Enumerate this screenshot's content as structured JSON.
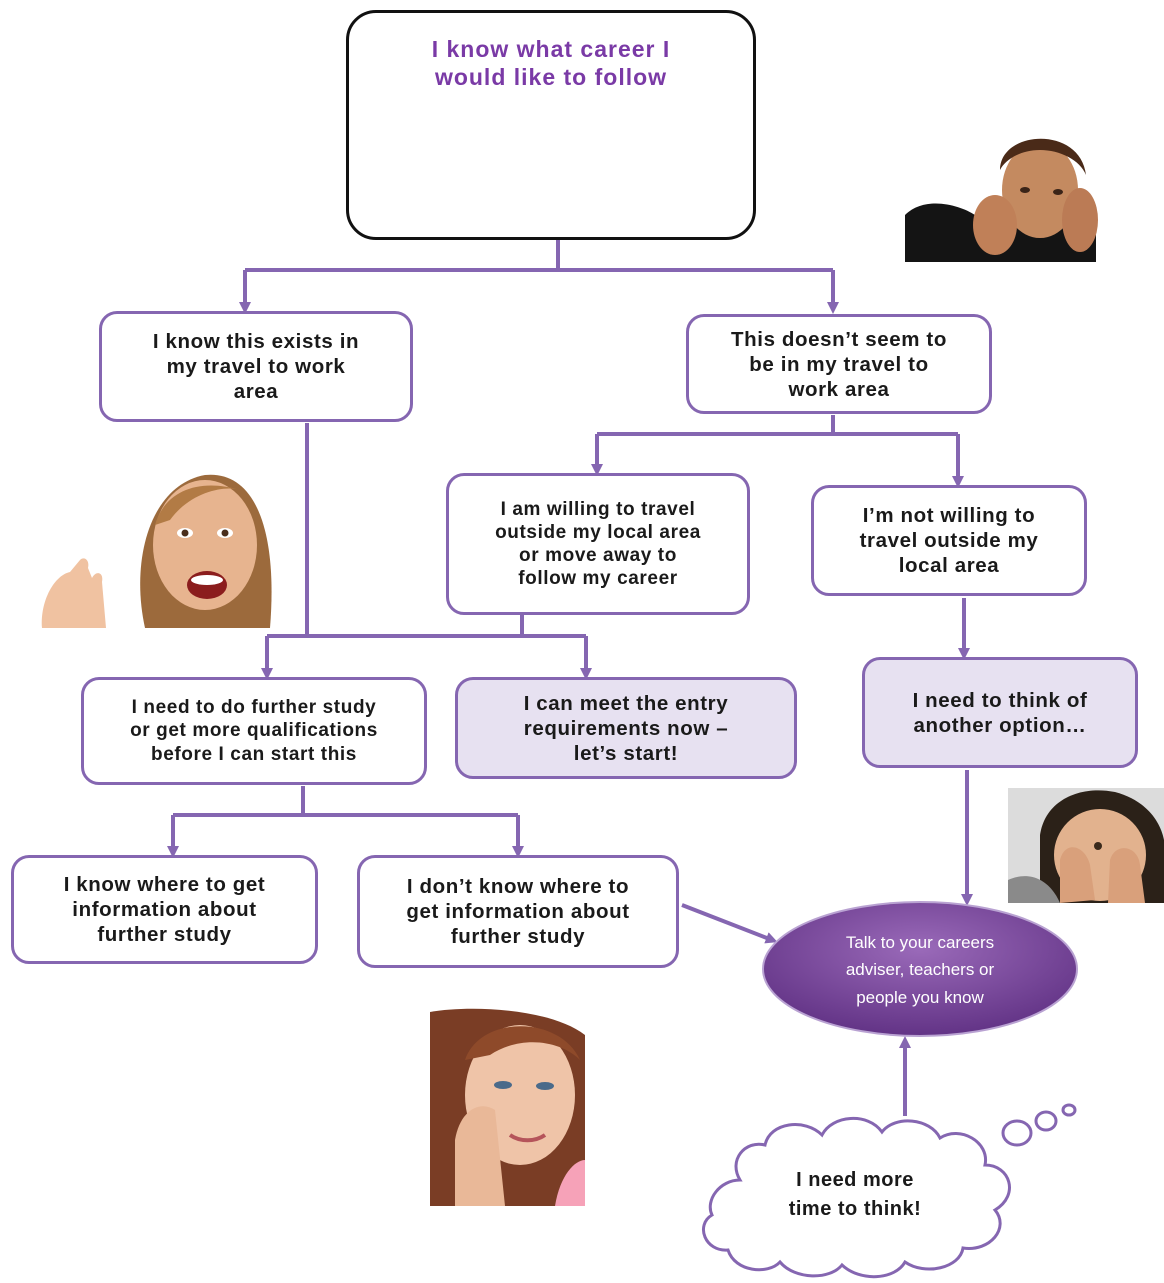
{
  "diagram": {
    "root": "I know what career I\nwould like to follow",
    "nodes": {
      "exists": "I know this exists in\nmy travel to work\narea",
      "not_exists": "This doesn’t seem to\nbe in my travel to\nwork area",
      "willing": "I am willing to travel\noutside my local area\nor move away to\nfollow my career",
      "not_willing": "I’m not willing to\ntravel outside my\nlocal area",
      "further_study": "I need to do further study\nor get more qualifications\nbefore I can start this",
      "meet_requirements": "I can meet the entry\nrequirements now –\nlet’s start!",
      "another_option": "I need to think of\nanother option…",
      "know_where": "I know where to get\ninformation about\nfurther study",
      "dont_know_where": "I don’t know where to\nget information about\nfurther study"
    },
    "advice": "Talk to your careers\nadviser, teachers or\npeople you know",
    "thought": "I need more\ntime to think!"
  },
  "colors": {
    "border": "#8566b1",
    "shaded_fill": "#e7e1f1",
    "root_text": "#7a3aa6",
    "oval_fill": "#7a4a9c"
  },
  "icons": [
    "lightbulb-icon",
    "boy-worried-photo",
    "girl-excited-photo",
    "boy-hiding-photo",
    "woman-thinking-photo"
  ]
}
